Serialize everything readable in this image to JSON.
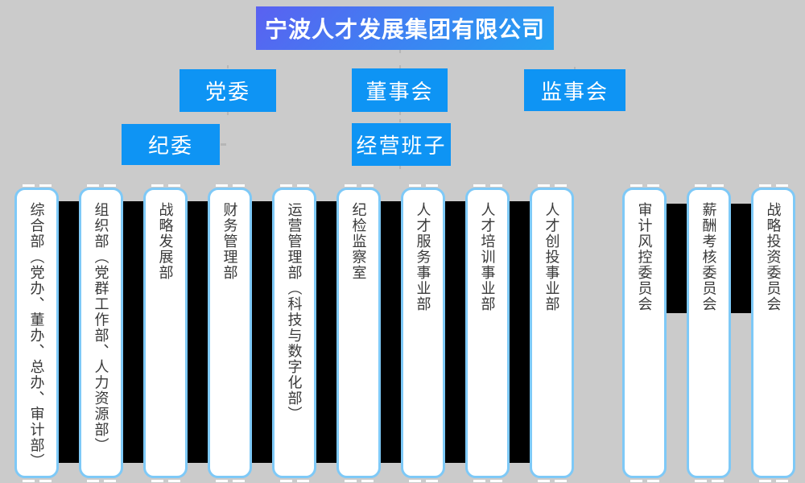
{
  "company": {
    "name": "宁波人才发展集团有限公司"
  },
  "governance_nodes": [
    {
      "id": "dangwei",
      "label": "党委"
    },
    {
      "id": "dongshihui",
      "label": "董事会"
    },
    {
      "id": "jianshihui",
      "label": "监事会"
    },
    {
      "id": "jiwei",
      "label": "纪委"
    },
    {
      "id": "jingyingbanzi",
      "label": "经营班子"
    }
  ],
  "columns": [
    {
      "label": "综合部（党办、董办、总办、审计部）",
      "group": "department"
    },
    {
      "label": "组织部（党群工作部、人力资源部）",
      "group": "department"
    },
    {
      "label": "战略发展部",
      "group": "department"
    },
    {
      "label": "财务管理部",
      "group": "department"
    },
    {
      "label": "运营管理部（科技与数字化部）",
      "group": "department"
    },
    {
      "label": "纪检监察室",
      "group": "department"
    },
    {
      "label": "人才服务事业部",
      "group": "department"
    },
    {
      "label": "人才培训事业部",
      "group": "department"
    },
    {
      "label": "人才创投事业部",
      "group": "department"
    },
    {
      "label": "审计风控委员会",
      "group": "committee"
    },
    {
      "label": "薪酬考核委员会",
      "group": "committee"
    },
    {
      "label": "战略投资委员会",
      "group": "committee"
    }
  ],
  "colors": {
    "background": "#cbcbcb",
    "node_blue": "#0e94f4",
    "banner_gradient_start": "#5a61f1",
    "banner_gradient_end": "#22a1f2",
    "column_border": "#7ec9f7",
    "band_black": "#000000",
    "text_dark": "#3a3a3a",
    "text_white": "#ffffff"
  }
}
